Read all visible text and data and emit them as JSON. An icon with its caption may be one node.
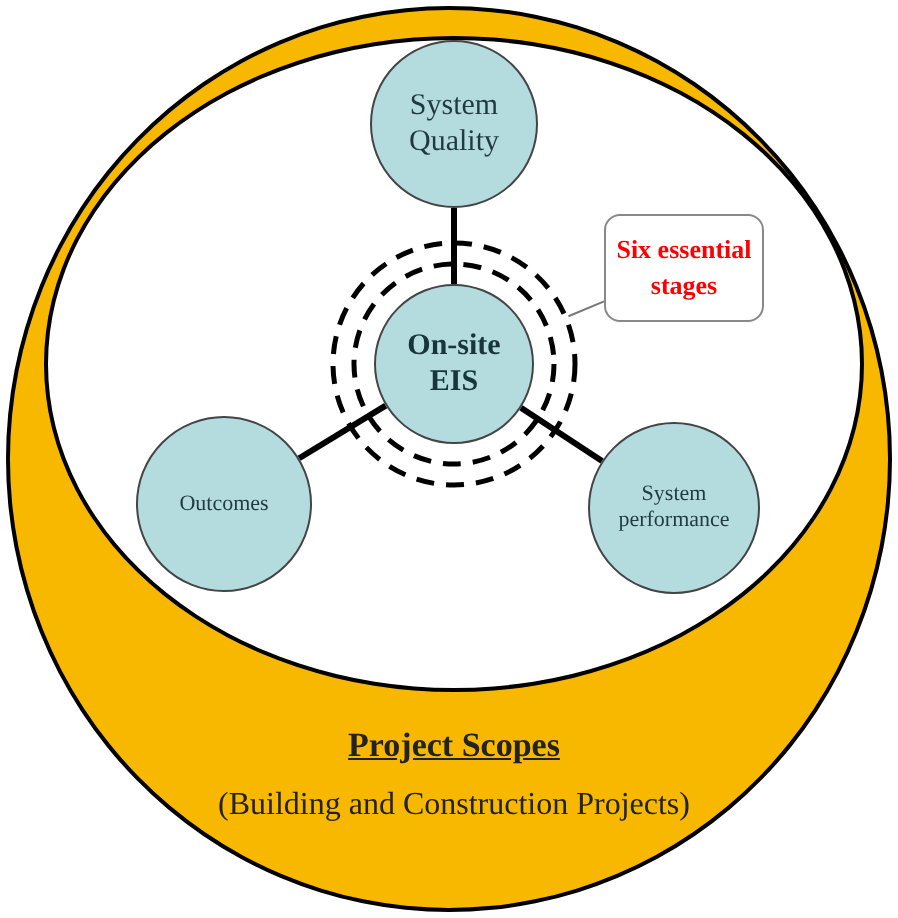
{
  "diagram": {
    "nodes": [
      {
        "text": [
          "Project Scopes",
          "(Building and Construction Projects)"
        ]
      },
      {
        "text": [
          "System Quality"
        ],
        "in": 0
      },
      {
        "text": [
          "Six essential stages"
        ],
        "in": 0
      },
      {
        "text": [],
        "shape": "circle",
        "in": 0
      },
      {
        "text": [
          "On-site EIS"
        ],
        "in": 3
      },
      {
        "text": [
          "Outcomes"
        ],
        "in": 0
      },
      {
        "text": [
          "System performance"
        ],
        "in": 0
      }
    ],
    "edges": [
      {
        "from": 4,
        "to": 1,
        "arrow": "none"
      },
      {
        "from": 4,
        "to": 5,
        "arrow": "none"
      },
      {
        "from": 4,
        "to": 6,
        "arrow": "none"
      },
      {
        "from": 2,
        "to": 3,
        "arrow": "none",
        "color": "#777777"
      }
    ]
  }
}
